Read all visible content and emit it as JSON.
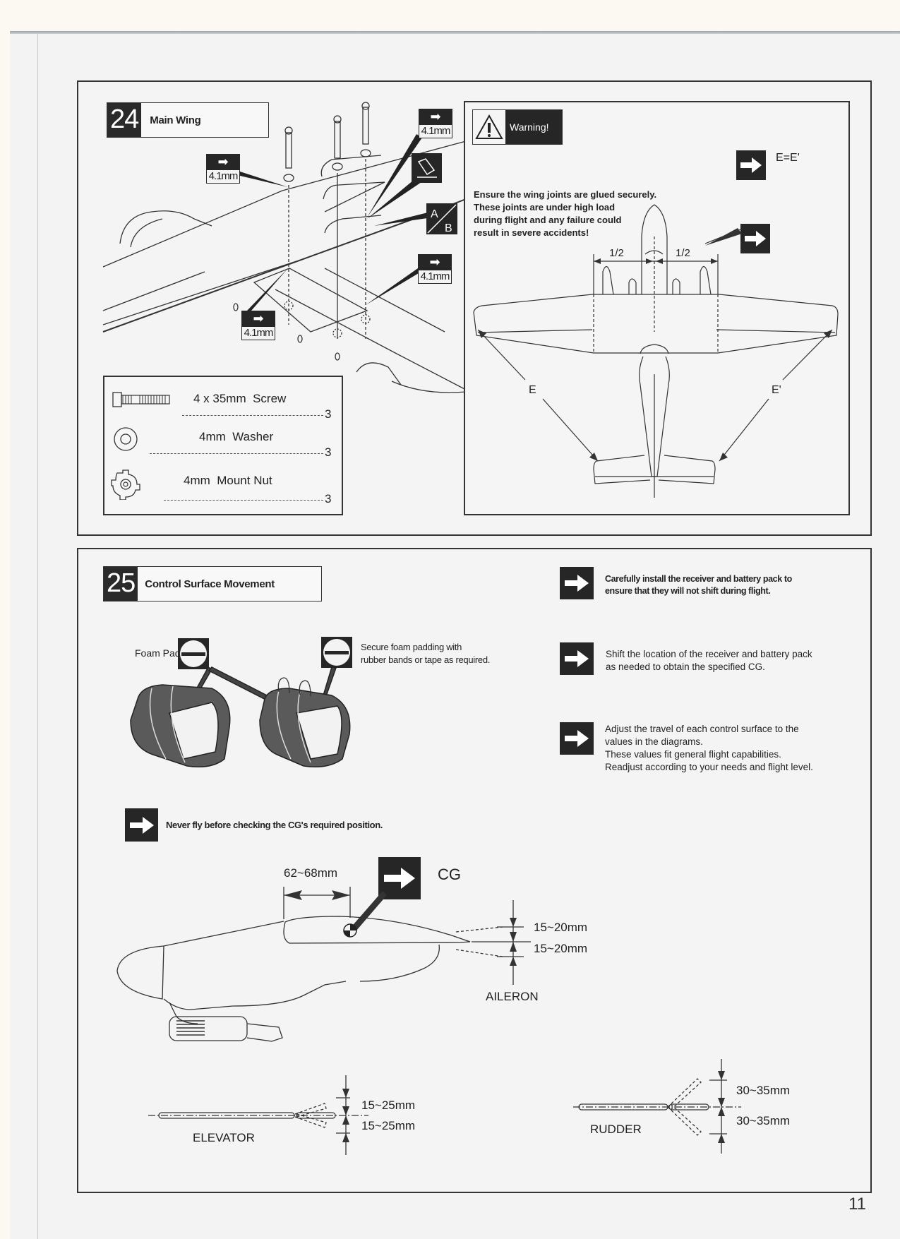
{
  "page_number": "11",
  "step24": {
    "number": "24",
    "title": "Main Wing",
    "hole_tags": [
      "4.1mm",
      "4.1mm",
      "4.1mm",
      "4.1mm"
    ],
    "ab_label_a": "A",
    "ab_label_b": "B",
    "parts": [
      {
        "icon": "screw-icon",
        "name": "4 x 35mm  Screw",
        "qty": "3"
      },
      {
        "icon": "washer-icon",
        "name": "4mm  Washer",
        "qty": "3"
      },
      {
        "icon": "mount-nut-icon",
        "name": "4mm  Mount Nut",
        "qty": "3"
      }
    ],
    "warning": {
      "label": "Warning!",
      "text": [
        "Ensure the wing joints are glued securely.",
        "These joints are under high load",
        "during flight and any failure could",
        "result in severe accidents!"
      ],
      "equation": "E=E'",
      "half_left": "1/2",
      "half_right": "1/2",
      "e_left": "E",
      "e_right": "E'"
    }
  },
  "step25": {
    "number": "25",
    "title": "Control Surface Movement",
    "foam_pad_label": "Foam Pad",
    "foam_note": [
      "Secure foam padding with",
      "rubber bands or tape as required."
    ],
    "notes": [
      [
        "Carefully install the receiver and battery pack to",
        "ensure that they will not shift during flight."
      ],
      [
        "Shift the location of the receiver and battery pack",
        "as needed to obtain the specified CG."
      ],
      [
        "Adjust the travel of each control surface to the",
        "values in the diagrams.",
        "These values fit general flight capabilities.",
        "Readjust according to your needs and flight level."
      ]
    ],
    "cg_warning": "Never fly before checking the CG's required position.",
    "cg_distance": "62~68mm",
    "cg_label": "CG",
    "aileron": {
      "label": "AILERON",
      "up": "15~20mm",
      "down": "15~20mm"
    },
    "elevator": {
      "label": "ELEVATOR",
      "up": "15~25mm",
      "down": "15~25mm"
    },
    "rudder": {
      "label": "RUDDER",
      "left": "30~35mm",
      "right": "30~35mm"
    }
  }
}
